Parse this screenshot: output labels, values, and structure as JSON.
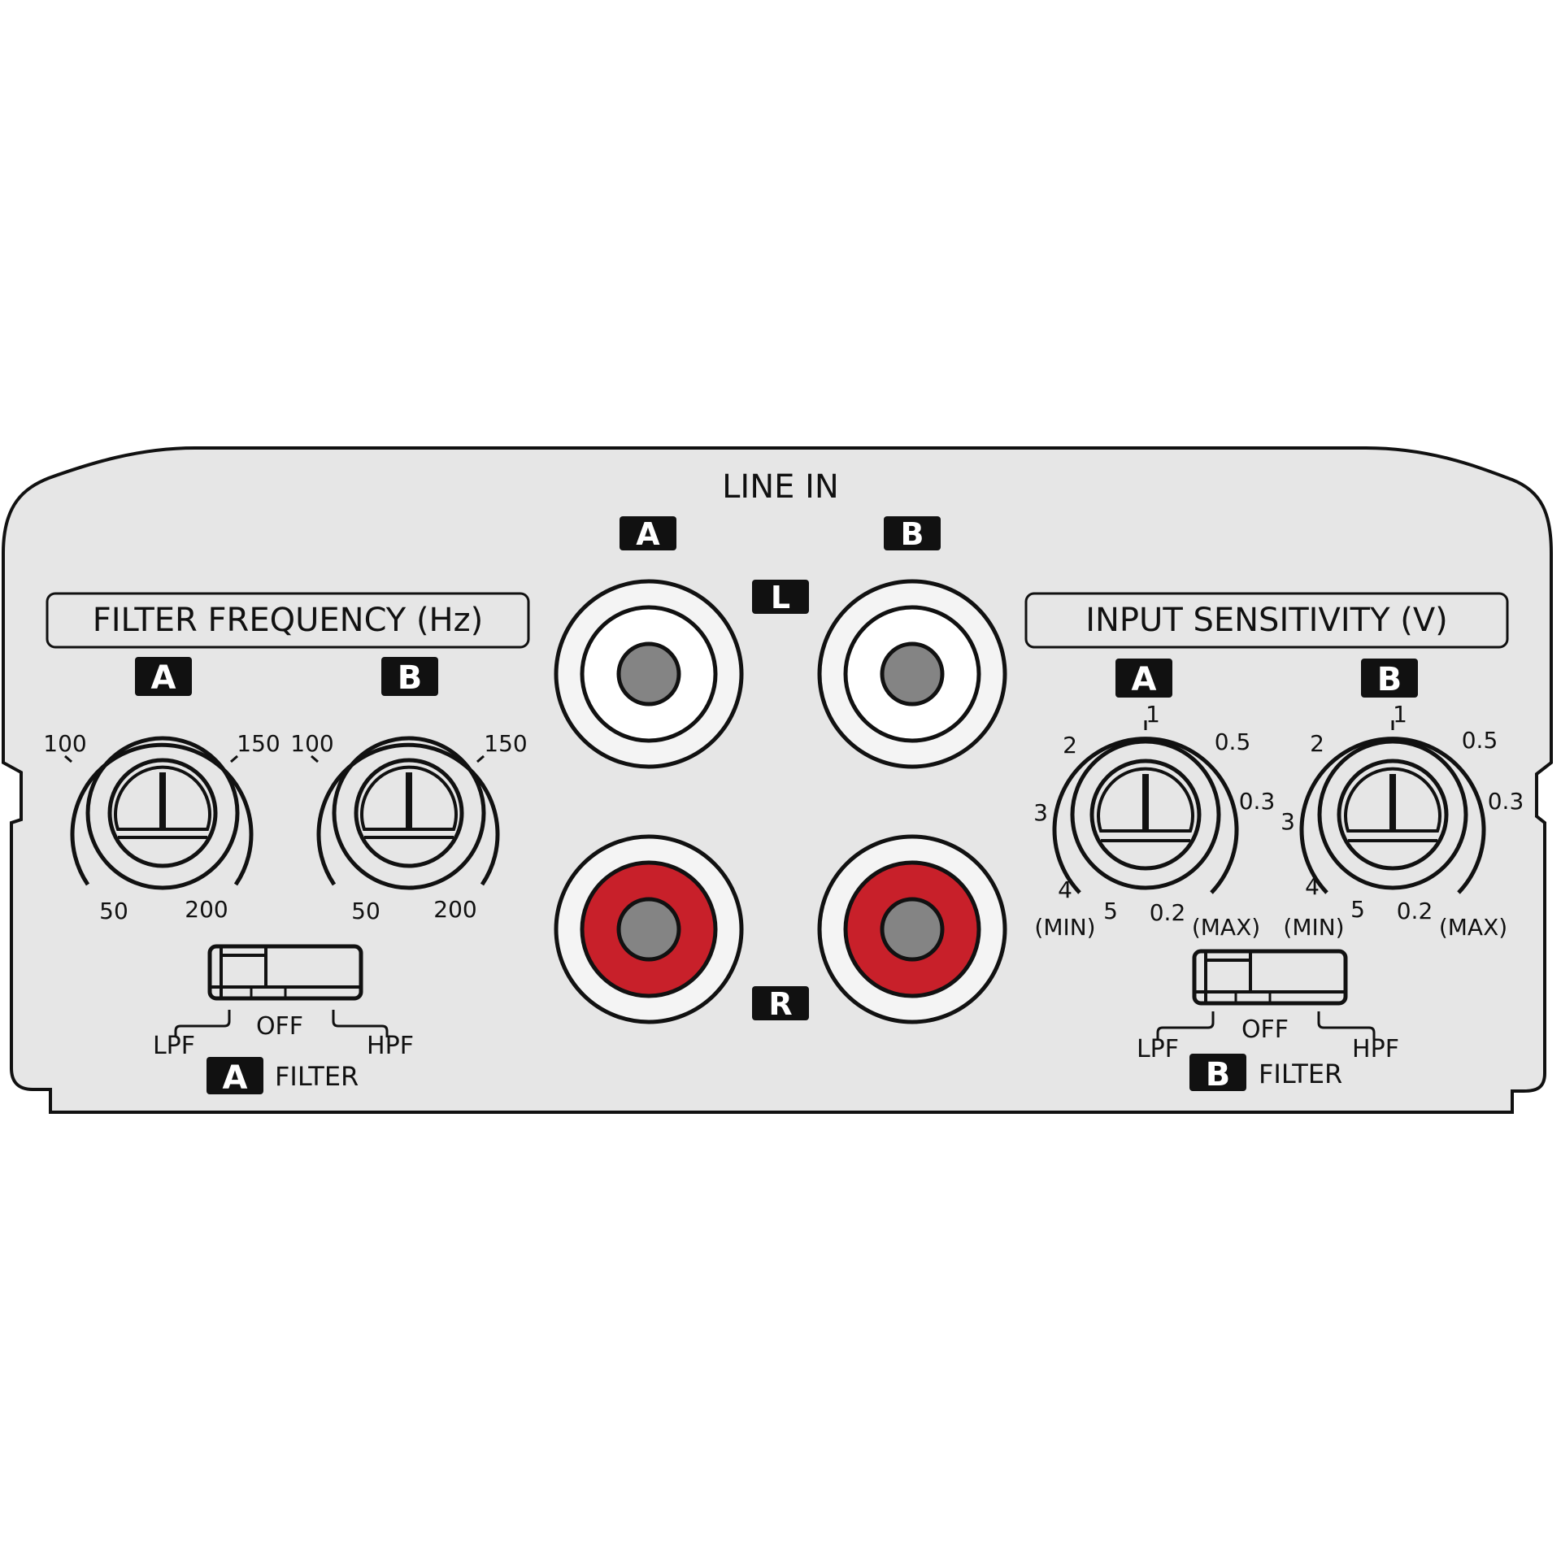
{
  "panel": {
    "background_color": "#e6e6e6",
    "outline_color": "#111111"
  },
  "line_in": {
    "title": "LINE IN",
    "channel_a_badge": "A",
    "channel_b_badge": "B",
    "left_badge": "L",
    "right_badge": "R",
    "jacks": [
      {
        "channel": "A",
        "side": "L",
        "ring_color": "#ffffff"
      },
      {
        "channel": "B",
        "side": "L",
        "ring_color": "#ffffff"
      },
      {
        "channel": "A",
        "side": "R",
        "ring_color": "#c8202a"
      },
      {
        "channel": "B",
        "side": "R",
        "ring_color": "#c8202a"
      }
    ],
    "pin_color": "#848484"
  },
  "filter_frequency": {
    "title": "FILTER FREQUENCY (Hz)",
    "knobs": [
      {
        "badge": "A",
        "scale": {
          "top_left": "100",
          "top_right": "150",
          "bottom_left": "50",
          "bottom_right": "200"
        }
      },
      {
        "badge": "B",
        "scale": {
          "top_left": "100",
          "top_right": "150",
          "bottom_left": "50",
          "bottom_right": "200"
        }
      }
    ]
  },
  "input_sensitivity": {
    "title": "INPUT SENSITIVITY (V)",
    "knobs": [
      {
        "badge": "A",
        "scale": {
          "top": "1",
          "upper_left": "2",
          "upper_right": "0.5",
          "left": "3",
          "right": "0.3",
          "lower_left": "4",
          "bottom_left": "5",
          "bottom_right": "0.2",
          "min_label": "(MIN)",
          "max_label": "(MAX)"
        }
      },
      {
        "badge": "B",
        "scale": {
          "top": "1",
          "upper_left": "2",
          "upper_right": "0.5",
          "left": "3",
          "right": "0.3",
          "lower_left": "4",
          "bottom_left": "5",
          "bottom_right": "0.2",
          "min_label": "(MIN)",
          "max_label": "(MAX)"
        }
      }
    ]
  },
  "filter_switches": [
    {
      "badge": "A",
      "label": "FILTER",
      "positions": {
        "left": "LPF",
        "center": "OFF",
        "right": "HPF"
      },
      "selected": "LPF"
    },
    {
      "badge": "B",
      "label": "FILTER",
      "positions": {
        "left": "LPF",
        "center": "OFF",
        "right": "HPF"
      },
      "selected": "LPF"
    }
  ]
}
